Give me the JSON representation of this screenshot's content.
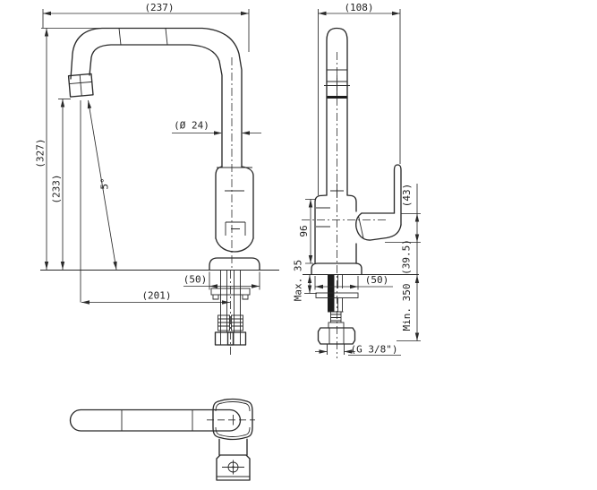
{
  "drawing": {
    "background": "#ffffff",
    "ink": "#2a2a2a",
    "dims": {
      "side": {
        "spout_reach": "(237)",
        "total_height": "(327)",
        "outlet_height": "(233)",
        "spout_diameter": "(Ø 24)",
        "outlet_angle": "5°",
        "base_width": "(50)",
        "projection": "(201)"
      },
      "front": {
        "overall_width": "(108)",
        "handle_height": "(43)",
        "body_height": "96",
        "lever_offset": "(39.5)",
        "deck_thickness": "Max. 35",
        "supply_length": "Min. 350",
        "base_width": "(50)",
        "thread_size": "(G 3/8\")"
      }
    }
  }
}
